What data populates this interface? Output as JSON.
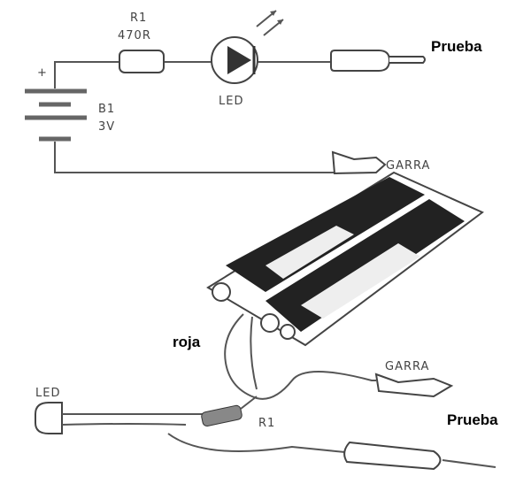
{
  "schematic": {
    "resistor_name": "R1",
    "resistor_value": "470R",
    "led_label": "LED",
    "battery_name": "B1",
    "battery_voltage": "3V",
    "battery_plus": "+",
    "probe_label": "Prueba",
    "clip_label": "GARRA"
  },
  "pictorial": {
    "wire_label": "roja",
    "clip_label": "GARRA",
    "led_label": "LED",
    "resistor_label": "R1",
    "probe_label": "Prueba"
  }
}
